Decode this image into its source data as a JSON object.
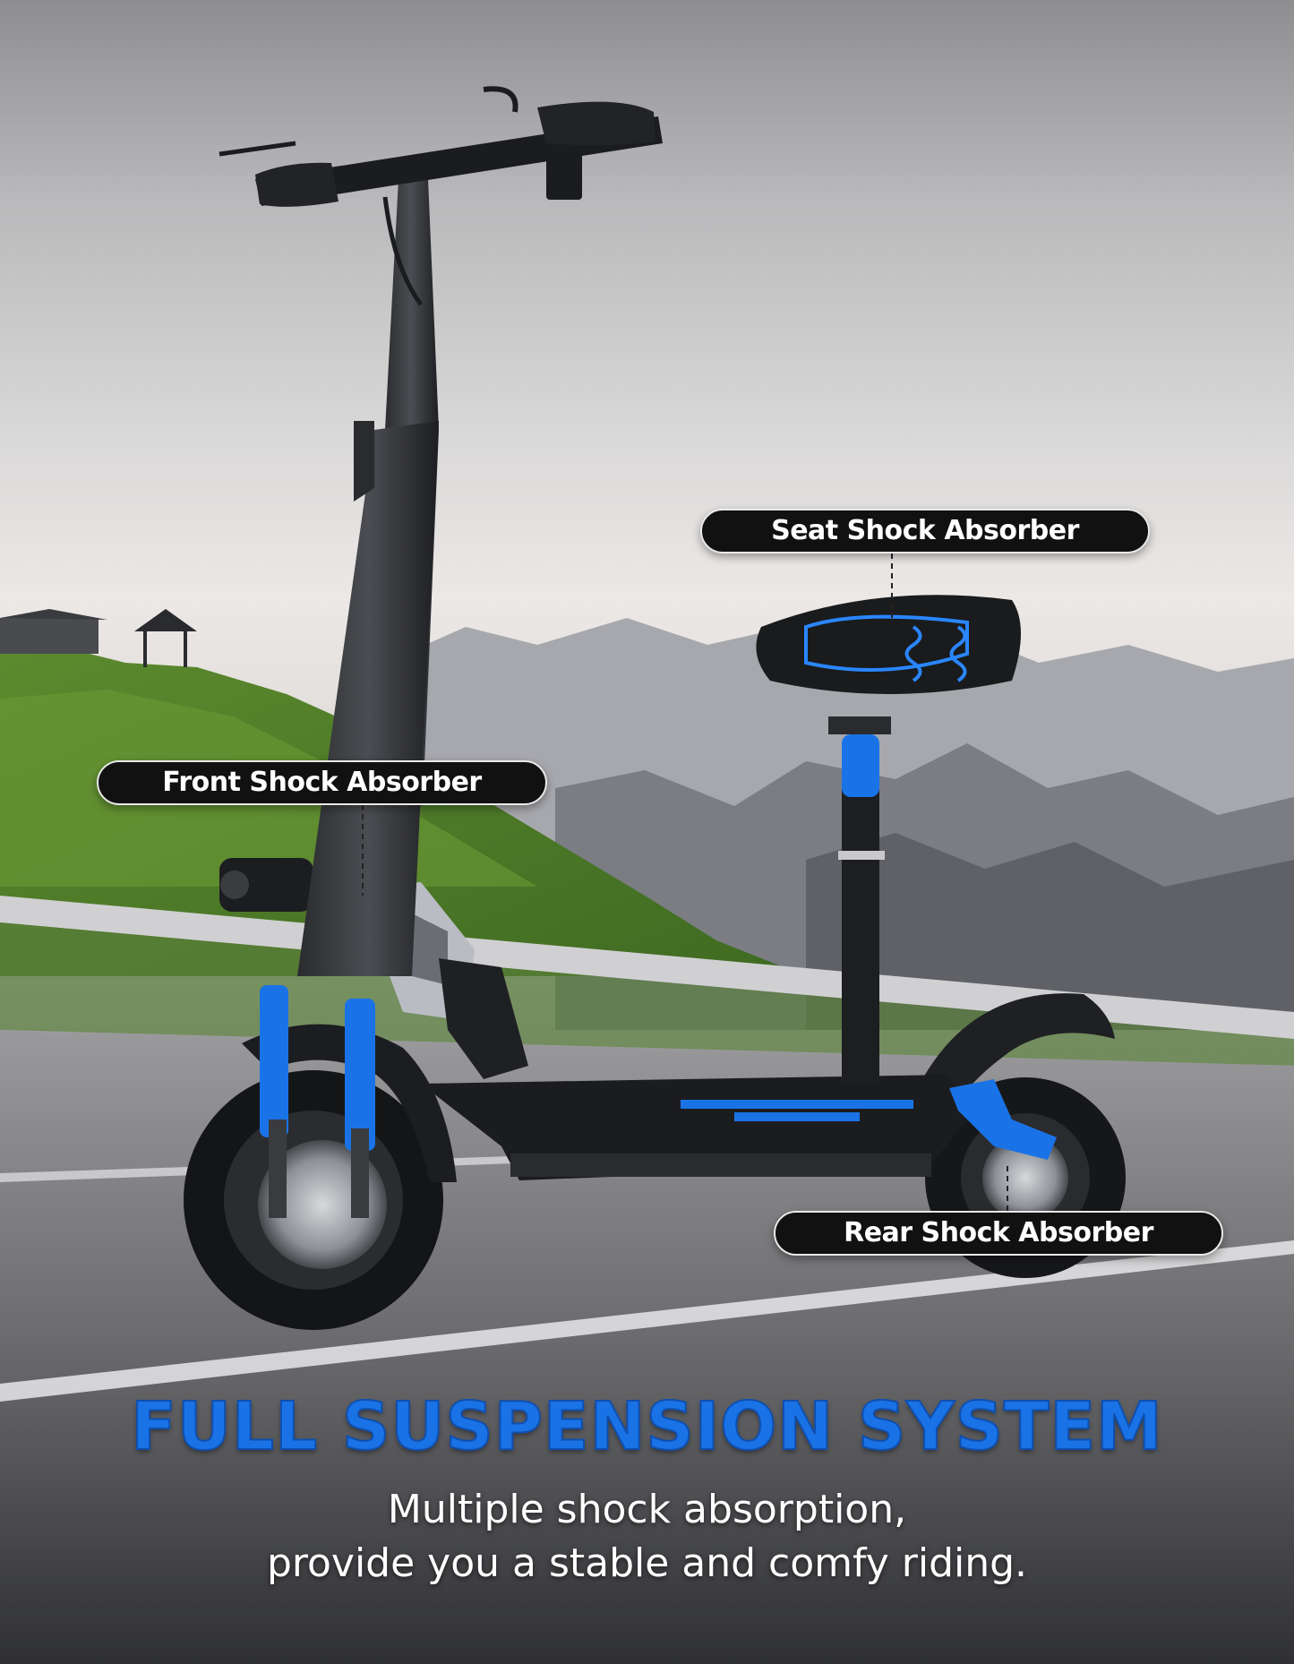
{
  "callouts": {
    "seat": "Seat Shock Absorber",
    "front": "Front Shock Absorber",
    "rear": "Rear Shock Absorber"
  },
  "headline": "FULL SUSPENSION SYSTEM",
  "subtitle": {
    "line1": "Multiple shock absorption,",
    "line2": "provide you a stable and comfy riding."
  },
  "colors": {
    "accent_blue": "#1a73e6",
    "label_background": "#111111",
    "label_text": "#ffffff"
  },
  "icons": {
    "product": "electric-scooter-with-seat"
  }
}
